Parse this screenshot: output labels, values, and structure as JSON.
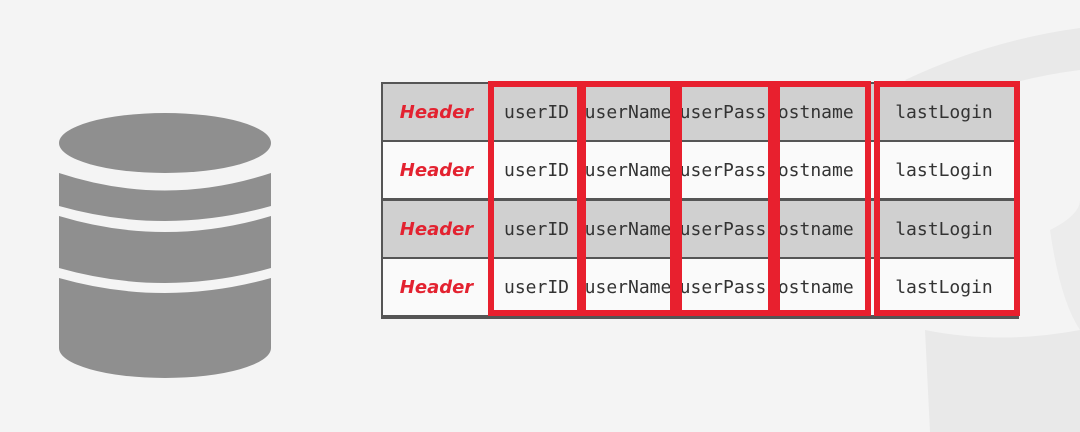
{
  "colors": {
    "background": "#f4f4f4",
    "database_icon": "#8f8f8f",
    "header_text": "#e32230",
    "column_highlight": "#e8202e",
    "row_shaded": "#d0d0d0",
    "row_white": "#fafafa",
    "table_border": "#555555"
  },
  "icons": {
    "database": "database-icon",
    "logo": "background-logo-shape"
  },
  "table": {
    "rows": [
      {
        "style": "shaded",
        "cells": [
          "Header",
          "userID",
          "userName",
          "userPass",
          "hostname",
          "lastLogin"
        ]
      },
      {
        "style": "white",
        "cells": [
          "Header",
          "userID",
          "userName",
          "userPass",
          "hostname",
          "lastLogin"
        ]
      },
      {
        "style": "shaded",
        "cells": [
          "Header",
          "userID",
          "userName",
          "userPass",
          "hostname",
          "lastLogin"
        ]
      },
      {
        "style": "white",
        "cells": [
          "Header",
          "userID",
          "userName",
          "userPass",
          "hostname",
          "lastLogin"
        ]
      }
    ]
  }
}
